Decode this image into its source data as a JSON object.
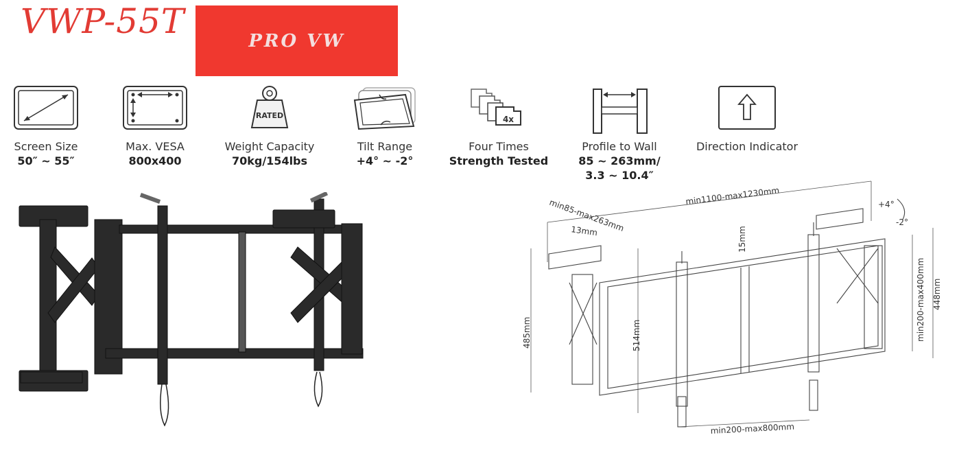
{
  "header": {
    "model": "VWP-55T",
    "banner": "PRO VW"
  },
  "features": [
    {
      "icon": "screen-size-icon",
      "label": "Screen Size",
      "value": "50″ ~ 55″",
      "value2": ""
    },
    {
      "icon": "vesa-icon",
      "label": "Max. VESA",
      "value": "800x400",
      "value2": ""
    },
    {
      "icon": "weight-icon",
      "label": "Weight Capacity",
      "value": "70kg/154lbs",
      "value2": "",
      "badge": "RATED"
    },
    {
      "icon": "tilt-icon",
      "label": "Tilt Range",
      "value": "+4° ~ -2°",
      "value2": ""
    },
    {
      "icon": "strength-icon",
      "label": "Four Times",
      "value": "Strength Tested",
      "value2": "",
      "badge": "4x"
    },
    {
      "icon": "profile-icon",
      "label": "Profile to Wall",
      "value": "85 ~ 263mm/",
      "value2": "3.3 ~ 10.4″"
    },
    {
      "icon": "direction-icon",
      "label": "Direction Indicator",
      "value": "",
      "value2": ""
    }
  ],
  "drawing": {
    "width_range": "min1100-max1230mm",
    "depth_range": "min85-max263mm",
    "plate_offset": "13mm",
    "rail_height": "15mm",
    "tilt_up": "+4°",
    "tilt_down": "-2°",
    "height_485": "485mm",
    "height_514": "514mm",
    "height_448": "448mm",
    "vesa_v": "min200-max400mm",
    "vesa_h": "min200-max800mm"
  }
}
